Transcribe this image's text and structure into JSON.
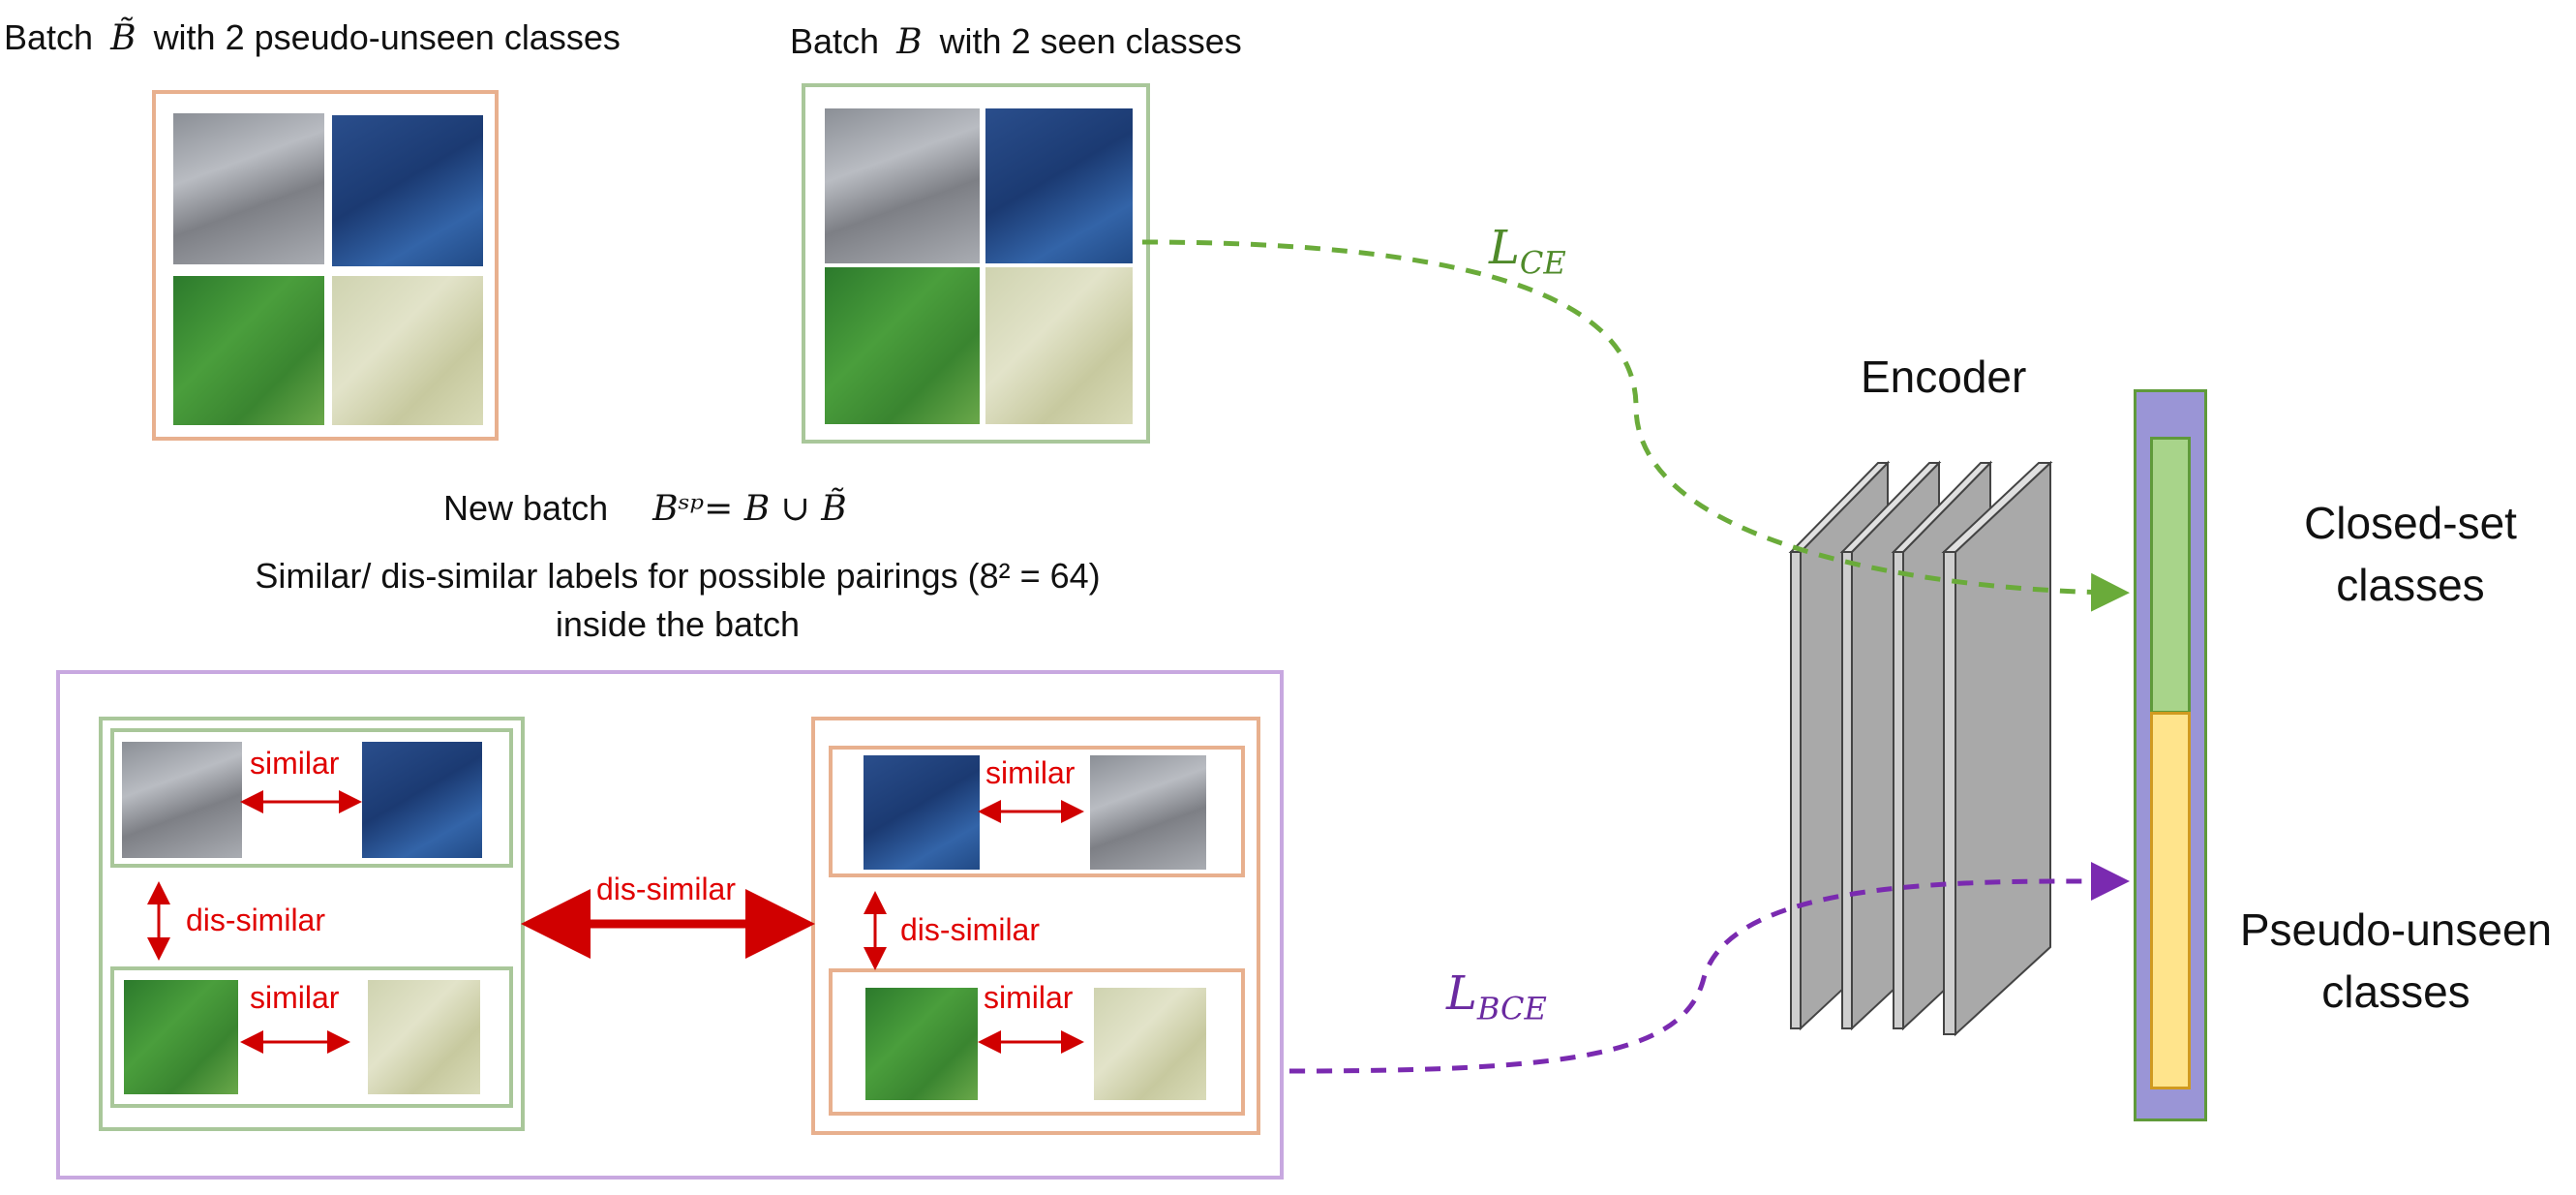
{
  "batch_tilde_title": {
    "prefix": "Batch",
    "symbol": "B̃",
    "suffix": "with 2 pseudo-unseen classes"
  },
  "batch_seen_title": {
    "prefix": "Batch",
    "symbol": "B",
    "suffix": "with 2 seen classes"
  },
  "new_batch": {
    "label": "New batch",
    "formula": "Bˢᵖ= B ∪ B̃"
  },
  "pairing_text": {
    "line1": "Similar/ dis-similar labels for possible pairings (8² = 64)",
    "line2": "inside the batch"
  },
  "pair_labels": {
    "similar": "similar",
    "dissimilar": "dis-similar"
  },
  "encoder_label": "Encoder",
  "loss_ce": "L",
  "loss_ce_sub": "CE",
  "loss_bce": "L",
  "loss_bce_sub": "BCE",
  "closed_set": {
    "line1": "Closed-set",
    "line2": "classes"
  },
  "pseudo_unseen": {
    "line1": "Pseudo-unseen",
    "line2": "classes"
  },
  "colors": {
    "orange": "#e8b08e",
    "green": "#a9c79a",
    "purple": "#c8a8e0",
    "red": "#d00000",
    "ce_green": "#6aab3a",
    "bce_purple": "#7a2ab0",
    "bar_purple": "#9a95d6",
    "bar_green": "#a8d48a",
    "bar_yellow": "#ffe48c"
  }
}
